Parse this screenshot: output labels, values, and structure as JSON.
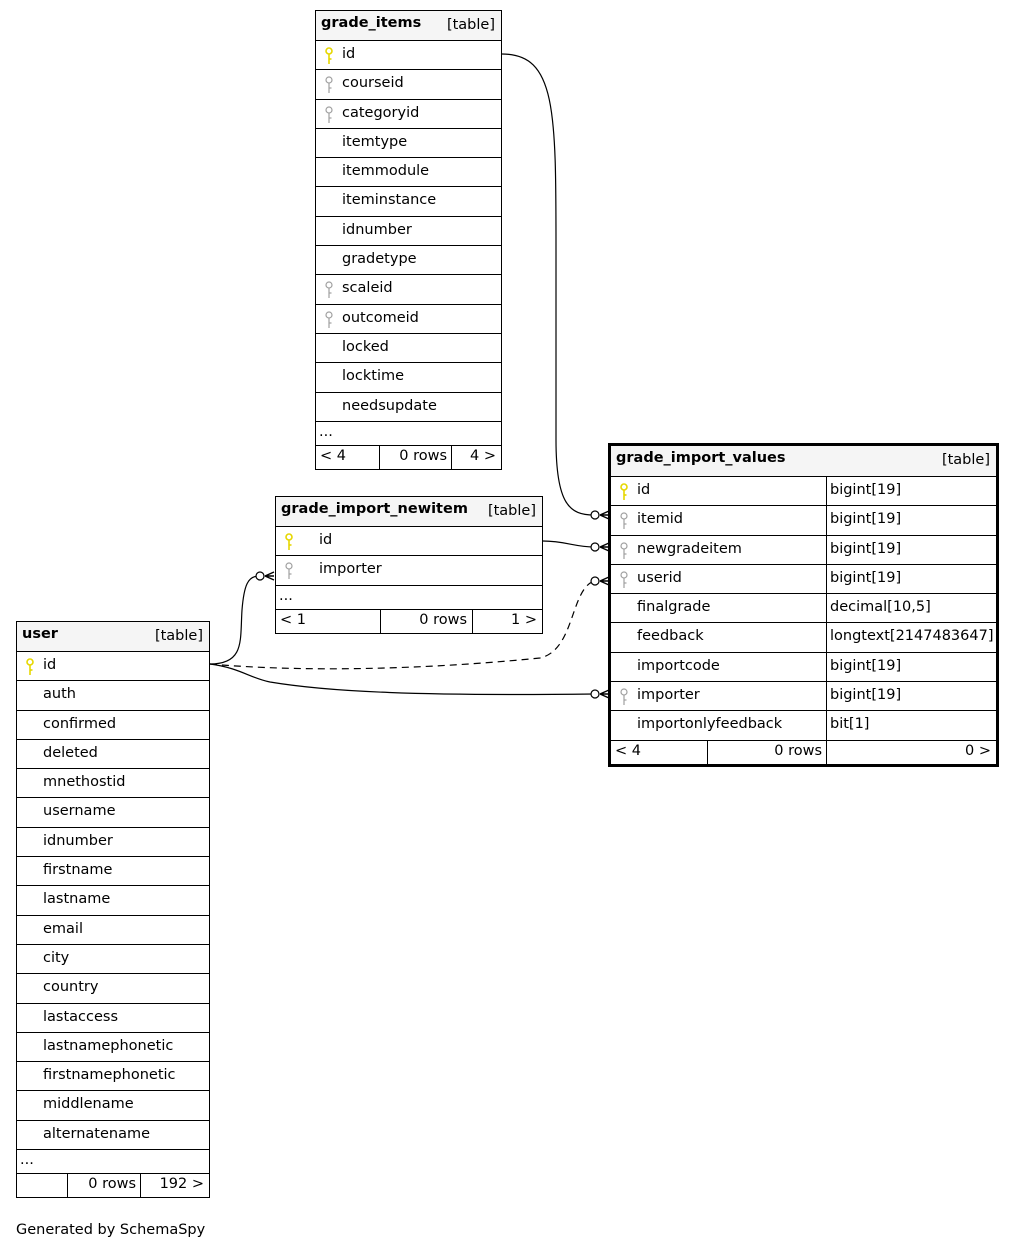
{
  "footer": "Generated by SchemaSpy",
  "tables": {
    "grade_items": {
      "name": "grade_items",
      "kind": "[table]",
      "columns": [
        {
          "name": "id",
          "key": "primary"
        },
        {
          "name": "courseid",
          "key": "foreign"
        },
        {
          "name": "categoryid",
          "key": "foreign"
        },
        {
          "name": "itemtype",
          "key": ""
        },
        {
          "name": "itemmodule",
          "key": ""
        },
        {
          "name": "iteminstance",
          "key": ""
        },
        {
          "name": "idnumber",
          "key": ""
        },
        {
          "name": "gradetype",
          "key": ""
        },
        {
          "name": "scaleid",
          "key": "foreign"
        },
        {
          "name": "outcomeid",
          "key": "foreign"
        },
        {
          "name": "locked",
          "key": ""
        },
        {
          "name": "locktime",
          "key": ""
        },
        {
          "name": "needsupdate",
          "key": ""
        }
      ],
      "more": "...",
      "footer": {
        "left": "< 4",
        "rows": "0 rows",
        "right": "4 >"
      }
    },
    "grade_import_newitem": {
      "name": "grade_import_newitem",
      "kind": "[table]",
      "columns": [
        {
          "name": "id",
          "key": "primary"
        },
        {
          "name": "importer",
          "key": "foreign"
        }
      ],
      "more": "...",
      "footer": {
        "left": "< 1",
        "rows": "0 rows",
        "right": "1 >"
      }
    },
    "user": {
      "name": "user",
      "kind": "[table]",
      "columns": [
        {
          "name": "id",
          "key": "primary"
        },
        {
          "name": "auth",
          "key": ""
        },
        {
          "name": "confirmed",
          "key": ""
        },
        {
          "name": "deleted",
          "key": ""
        },
        {
          "name": "mnethostid",
          "key": ""
        },
        {
          "name": "username",
          "key": ""
        },
        {
          "name": "idnumber",
          "key": ""
        },
        {
          "name": "firstname",
          "key": ""
        },
        {
          "name": "lastname",
          "key": ""
        },
        {
          "name": "email",
          "key": ""
        },
        {
          "name": "city",
          "key": ""
        },
        {
          "name": "country",
          "key": ""
        },
        {
          "name": "lastaccess",
          "key": ""
        },
        {
          "name": "lastnamephonetic",
          "key": ""
        },
        {
          "name": "firstnamephonetic",
          "key": ""
        },
        {
          "name": "middlename",
          "key": ""
        },
        {
          "name": "alternatename",
          "key": ""
        }
      ],
      "more": "...",
      "footer": {
        "left": "",
        "rows": "0 rows",
        "right": "192 >"
      }
    },
    "grade_import_values": {
      "name": "grade_import_values",
      "kind": "[table]",
      "columns": [
        {
          "name": "id",
          "type": "bigint[19]",
          "key": "primary"
        },
        {
          "name": "itemid",
          "type": "bigint[19]",
          "key": "foreign"
        },
        {
          "name": "newgradeitem",
          "type": "bigint[19]",
          "key": "foreign"
        },
        {
          "name": "userid",
          "type": "bigint[19]",
          "key": "foreign"
        },
        {
          "name": "finalgrade",
          "type": "decimal[10,5]",
          "key": ""
        },
        {
          "name": "feedback",
          "type": "longtext[2147483647]",
          "key": ""
        },
        {
          "name": "importcode",
          "type": "bigint[19]",
          "key": ""
        },
        {
          "name": "importer",
          "type": "bigint[19]",
          "key": "foreign"
        },
        {
          "name": "importonlyfeedback",
          "type": "bit[1]",
          "key": ""
        }
      ],
      "footer": {
        "left": "< 4",
        "rows": "0 rows",
        "right": "0 >"
      }
    }
  },
  "colors": {
    "primary_key": "#e6d700",
    "foreign_key": "#a0a0a0",
    "header_bg": "#f5f5f5"
  }
}
